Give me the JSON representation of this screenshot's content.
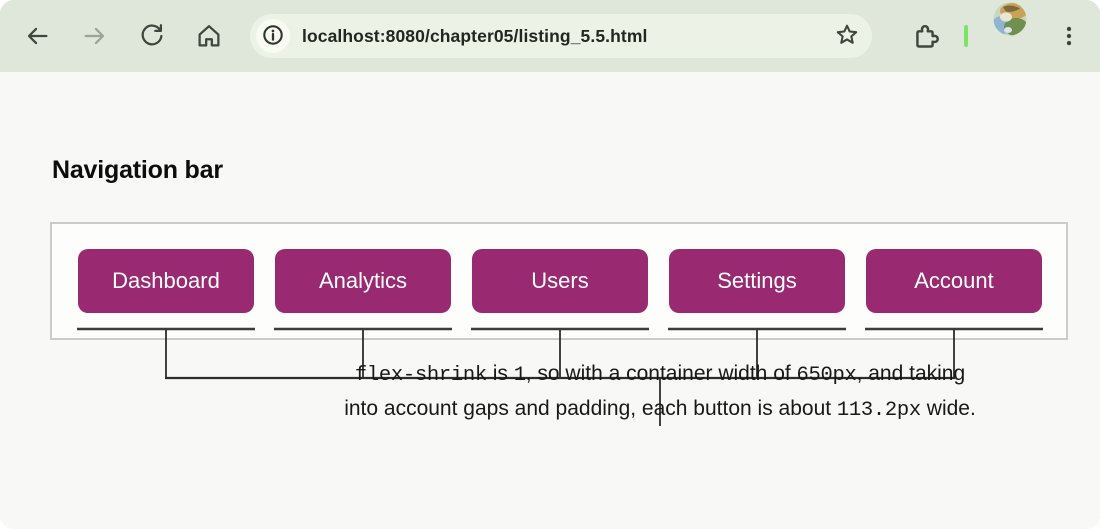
{
  "browser": {
    "url": "localhost:8080/chapter05/listing_5.5.html",
    "icons": [
      "back-icon",
      "forward-icon",
      "reload-icon",
      "home-icon",
      "site-info-icon",
      "bookmark-star-icon",
      "extensions-icon",
      "profile-avatar",
      "kebab-menu-icon"
    ]
  },
  "page": {
    "heading": "Navigation bar",
    "nav": {
      "buttons": [
        "Dashboard",
        "Analytics",
        "Users",
        "Settings",
        "Account"
      ]
    },
    "annotation": {
      "line1": {
        "seg1": "flex-shrink",
        "seg2": " is ",
        "seg3": "1",
        "seg4": ", so with a container width of ",
        "seg5": "650px",
        "seg6": ", and taking"
      },
      "line2": {
        "seg1": "into account gaps and padding, each button is about ",
        "seg2": "113.2px",
        "seg3": " wide."
      }
    }
  },
  "colors": {
    "toolbar_bg": "#dfe7da",
    "urlbar_bg": "#edf2e6",
    "button_bg": "#992a71",
    "button_text": "#ffffff",
    "accent_green_divider": "#79e563",
    "container_border": "#cbcbcb",
    "annotation_line": "#333333",
    "page_bg": "#f8f8f6"
  }
}
